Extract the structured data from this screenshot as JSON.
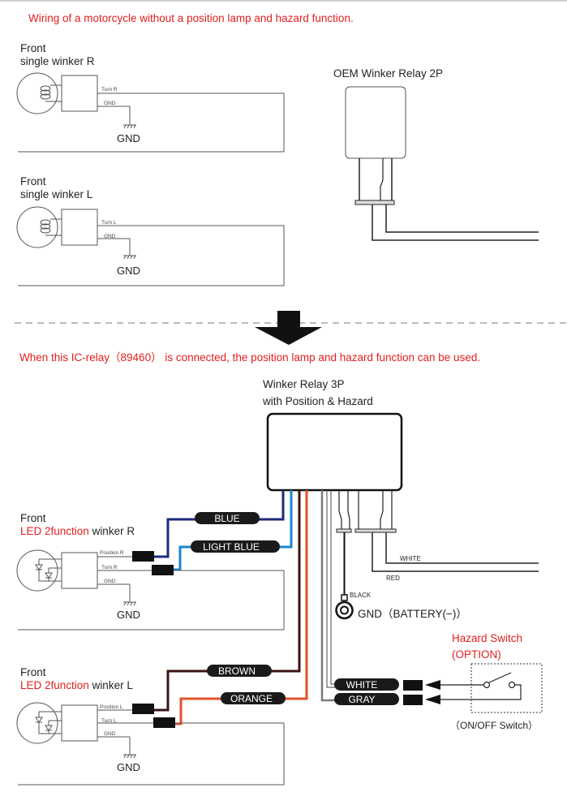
{
  "colors": {
    "red_text": "#e0201f",
    "line": "#2a2a2a",
    "thin_line": "#555555",
    "wire_blue": "#1d2a7a",
    "wire_light_blue": "#1a86cc",
    "wire_brown": "#3b1414",
    "wire_orange": "#e2502a",
    "wire_gray": "#7a7a7a",
    "label_pill": "#1a1a1a",
    "pill_text": "#ffffff",
    "dash": "#777777"
  },
  "top_section": {
    "heading": "Wiring of a motorcycle without a position lamp and hazard function.",
    "winker_r": {
      "line1": "Front",
      "line2": "single winker R",
      "turn_label": "Turn R",
      "gnd_label": "GND",
      "ground_text": "GND"
    },
    "winker_l": {
      "line1": "Front",
      "line2": "single winker L",
      "turn_label": "Turn L",
      "gnd_label": "GND",
      "ground_text": "GND"
    },
    "oem_relay": {
      "title": "OEM Winker Relay 2P"
    }
  },
  "divider": {
    "arrow_icon": "down-arrow-icon"
  },
  "bottom_section": {
    "heading": "When this IC-relay（89460） is connected, the position lamp and hazard function can be used.",
    "relay": {
      "title_line1": "Winker Relay 3P",
      "title_line2": "with Position & Hazard"
    },
    "winker_r": {
      "line1": "Front",
      "line2_red": "LED 2function",
      "line2_black": " winker R",
      "position_label": "Position R",
      "turn_label": "Turn R",
      "gnd_label": "GND",
      "ground_text": "GND"
    },
    "winker_l": {
      "line1": "Front",
      "line2_red": "LED 2function",
      "line2_black": " winker L",
      "position_label": "Position L",
      "turn_label": "Turn L",
      "gnd_label": "GND",
      "ground_text": "GND"
    },
    "wires": {
      "blue": "BLUE",
      "light_blue": "LIGHT BLUE",
      "brown": "BROWN",
      "orange": "ORANGE",
      "white_hazard": "WHITE",
      "gray_hazard": "GRAY",
      "white_power": "WHITE",
      "red_power": "RED",
      "black_ground": "BLACK"
    },
    "ground_terminal": "GND（BATTERY(−)）",
    "hazard_switch": {
      "title_line1": "Hazard Switch",
      "title_line2": "(OPTION)",
      "caption": "（ON/OFF Switch）"
    }
  }
}
